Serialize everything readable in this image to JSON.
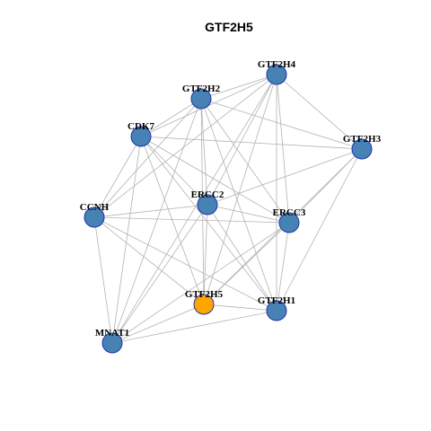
{
  "diagram": {
    "title": "GTF2H5",
    "colors": {
      "node_default": "#4682b4",
      "node_highlight": "#ffa500",
      "node_border": "#2233aa",
      "edge": "#b3b3b3"
    },
    "nodes": [
      {
        "id": "GTF2H4",
        "label": "GTF2H4",
        "highlight": false
      },
      {
        "id": "GTF2H2",
        "label": "GTF2H2",
        "highlight": false
      },
      {
        "id": "CDK7",
        "label": "CDK7",
        "highlight": false
      },
      {
        "id": "GTF2H3",
        "label": "GTF2H3",
        "highlight": false
      },
      {
        "id": "ERCC2",
        "label": "ERCC2",
        "highlight": false
      },
      {
        "id": "CCNH",
        "label": "CCNH",
        "highlight": false
      },
      {
        "id": "ERCC3",
        "label": "ERCC3",
        "highlight": false
      },
      {
        "id": "GTF2H5",
        "label": "GTF2H5",
        "highlight": true
      },
      {
        "id": "GTF2H1",
        "label": "GTF2H1",
        "highlight": false
      },
      {
        "id": "MNAT1",
        "label": "MNAT1",
        "highlight": false
      }
    ],
    "edges": [
      [
        "GTF2H4",
        "GTF2H2"
      ],
      [
        "GTF2H4",
        "CDK7"
      ],
      [
        "GTF2H4",
        "GTF2H3"
      ],
      [
        "GTF2H4",
        "ERCC2"
      ],
      [
        "GTF2H4",
        "CCNH"
      ],
      [
        "GTF2H4",
        "ERCC3"
      ],
      [
        "GTF2H4",
        "GTF2H5"
      ],
      [
        "GTF2H4",
        "GTF2H1"
      ],
      [
        "GTF2H4",
        "MNAT1"
      ],
      [
        "GTF2H2",
        "CDK7"
      ],
      [
        "GTF2H2",
        "GTF2H3"
      ],
      [
        "GTF2H2",
        "ERCC2"
      ],
      [
        "GTF2H2",
        "CCNH"
      ],
      [
        "GTF2H2",
        "ERCC3"
      ],
      [
        "GTF2H2",
        "GTF2H5"
      ],
      [
        "GTF2H2",
        "GTF2H1"
      ],
      [
        "GTF2H2",
        "MNAT1"
      ],
      [
        "CDK7",
        "GTF2H3"
      ],
      [
        "CDK7",
        "ERCC2"
      ],
      [
        "CDK7",
        "CCNH"
      ],
      [
        "CDK7",
        "ERCC3"
      ],
      [
        "CDK7",
        "GTF2H5"
      ],
      [
        "CDK7",
        "GTF2H1"
      ],
      [
        "CDK7",
        "MNAT1"
      ],
      [
        "GTF2H3",
        "ERCC2"
      ],
      [
        "GTF2H3",
        "ERCC3"
      ],
      [
        "GTF2H3",
        "GTF2H5"
      ],
      [
        "GTF2H3",
        "GTF2H1"
      ],
      [
        "ERCC2",
        "CCNH"
      ],
      [
        "ERCC2",
        "ERCC3"
      ],
      [
        "ERCC2",
        "GTF2H5"
      ],
      [
        "ERCC2",
        "GTF2H1"
      ],
      [
        "ERCC2",
        "MNAT1"
      ],
      [
        "CCNH",
        "ERCC3"
      ],
      [
        "CCNH",
        "GTF2H5"
      ],
      [
        "CCNH",
        "GTF2H1"
      ],
      [
        "CCNH",
        "MNAT1"
      ],
      [
        "ERCC3",
        "GTF2H5"
      ],
      [
        "ERCC3",
        "GTF2H1"
      ],
      [
        "ERCC3",
        "MNAT1"
      ],
      [
        "GTF2H5",
        "GTF2H1"
      ],
      [
        "GTF2H5",
        "MNAT1"
      ],
      [
        "GTF2H1",
        "MNAT1"
      ]
    ]
  }
}
